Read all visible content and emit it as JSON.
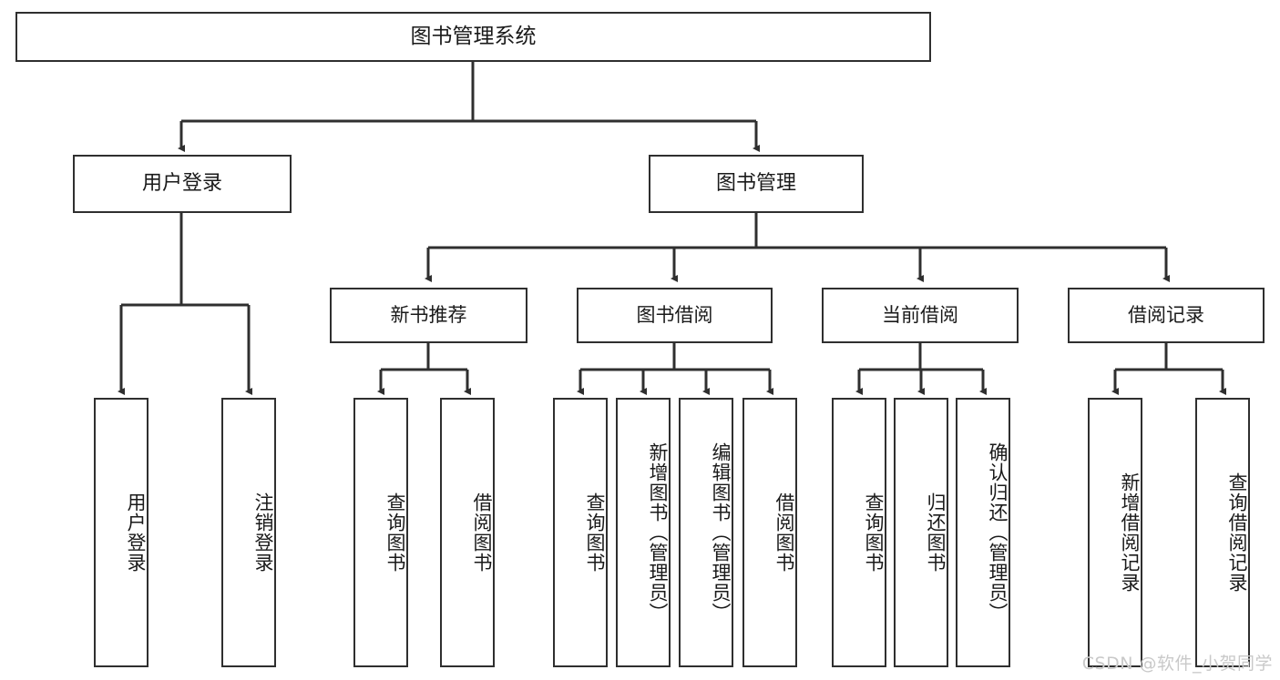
{
  "diagram": {
    "title": "图书管理系统",
    "type": "功能结构图",
    "root": {
      "id": "root",
      "label": "图书管理系统"
    },
    "level1": [
      {
        "id": "user-login",
        "label": "用户登录"
      },
      {
        "id": "book-manage",
        "label": "图书管理"
      }
    ],
    "level2": [
      {
        "id": "new-book-rec",
        "label": "新书推荐",
        "parent": "book-manage"
      },
      {
        "id": "book-borrow",
        "label": "图书借阅",
        "parent": "book-manage"
      },
      {
        "id": "current-borrow",
        "label": "当前借阅",
        "parent": "book-manage"
      },
      {
        "id": "borrow-record",
        "label": "借阅记录",
        "parent": "book-manage"
      }
    ],
    "leaves": [
      {
        "id": "leaf-user-login",
        "label": "用户登录",
        "parent": "user-login"
      },
      {
        "id": "leaf-logout-login",
        "label": "注销登录",
        "parent": "user-login"
      },
      {
        "id": "leaf-query-book-1",
        "label": "查询图书",
        "parent": "new-book-rec"
      },
      {
        "id": "leaf-borrow-book-1",
        "label": "借阅图书",
        "parent": "new-book-rec"
      },
      {
        "id": "leaf-query-book-2",
        "label": "查询图书",
        "parent": "book-borrow"
      },
      {
        "id": "leaf-add-book",
        "label": "新增图书（管理员）",
        "parent": "book-borrow"
      },
      {
        "id": "leaf-edit-book",
        "label": "编辑图书（管理员）",
        "parent": "book-borrow"
      },
      {
        "id": "leaf-borrow-book-2",
        "label": "借阅图书",
        "parent": "book-borrow"
      },
      {
        "id": "leaf-query-book-3",
        "label": "查询图书",
        "parent": "current-borrow"
      },
      {
        "id": "leaf-return-book",
        "label": "归还图书",
        "parent": "current-borrow"
      },
      {
        "id": "leaf-confirm-return",
        "label": "确认归还（管理员）",
        "parent": "current-borrow"
      },
      {
        "id": "leaf-add-record",
        "label": "新增借阅记录",
        "parent": "borrow-record"
      },
      {
        "id": "leaf-query-record",
        "label": "查询借阅记录",
        "parent": "borrow-record"
      }
    ],
    "watermark": "CSDN @软件_小贺同学",
    "colors": {
      "background": "#ffffff",
      "border": "#2f2f2f",
      "text": "#1a1a1a",
      "connector": "#2f2f2f",
      "watermark": "#c9c9c9"
    }
  }
}
